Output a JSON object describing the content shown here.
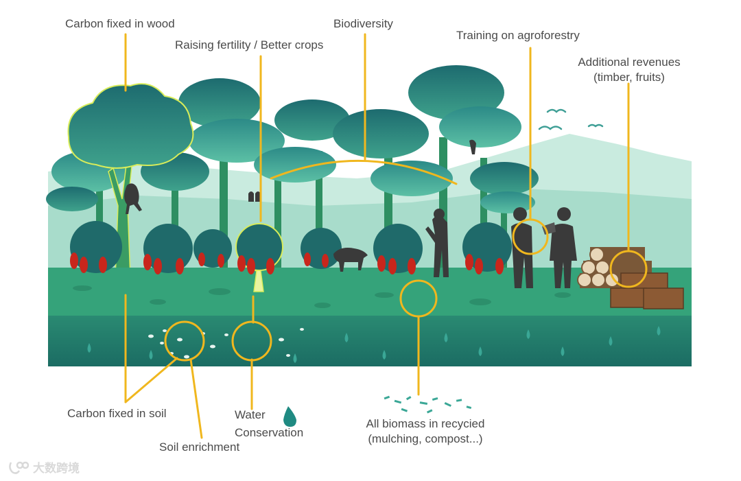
{
  "labels": {
    "carbon_wood": "Carbon fixed in wood",
    "fertility": "Raising fertility / Better crops",
    "biodiversity": "Biodiversity",
    "training": "Training on agroforestry",
    "revenues_line1": "Additional revenues",
    "revenues_line2": "(timber, fruits)",
    "carbon_soil": "Carbon fixed in soil",
    "soil_enrichment": "Soil enrichment",
    "water_line1": "Water",
    "water_line2": "Conservation",
    "biomass_line1": "All biomass in recycied",
    "biomass_line2": "(mulching, compost...)"
  },
  "watermark": {
    "text": "大数跨境"
  },
  "colors": {
    "callout": "#f0b71e",
    "hill": "#a8dccb",
    "ground": "#35a37a",
    "soil": "#1e7a68",
    "canopy_dark": "#1d6b6f",
    "canopy_light": "#3fa28c",
    "cocoa_pod": "#c8261c",
    "silhouette": "#3a3a3a",
    "drop": "#2e9c8e"
  },
  "icons": [
    "water-drop-icon",
    "watermark-logo-icon"
  ]
}
